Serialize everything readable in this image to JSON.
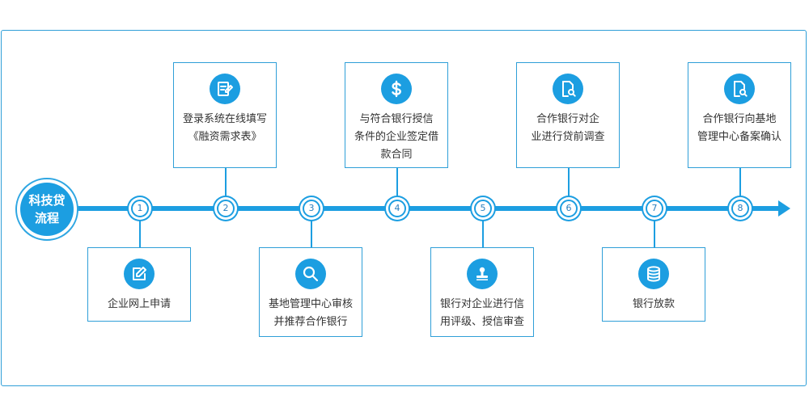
{
  "start_label_line1": "科技贷",
  "start_label_line2": "流程",
  "colors": {
    "accent": "#1c9ee1",
    "border": "#2f9fd8",
    "text": "#333333"
  },
  "steps": [
    {
      "number": "1",
      "label": "企业网上申请",
      "icon": "edit-icon"
    },
    {
      "number": "2",
      "label": "登录系统在线填写\n《融资需求表》",
      "icon": "form-icon"
    },
    {
      "number": "3",
      "label": "基地管理中心审核\n并推荐合作银行",
      "icon": "search-icon"
    },
    {
      "number": "4",
      "label": "与符合银行授信\n条件的企业签定借\n款合同",
      "icon": "dollar-icon"
    },
    {
      "number": "5",
      "label": "银行对企业进行信\n用评级、授信审查",
      "icon": "stamp-icon"
    },
    {
      "number": "6",
      "label": "合作银行对企\n业进行贷前调查",
      "icon": "document-search-icon"
    },
    {
      "number": "7",
      "label": "银行放款",
      "icon": "database-icon"
    },
    {
      "number": "8",
      "label": "合作银行向基地\n管理中心备案确认",
      "icon": "document-search-icon"
    }
  ]
}
